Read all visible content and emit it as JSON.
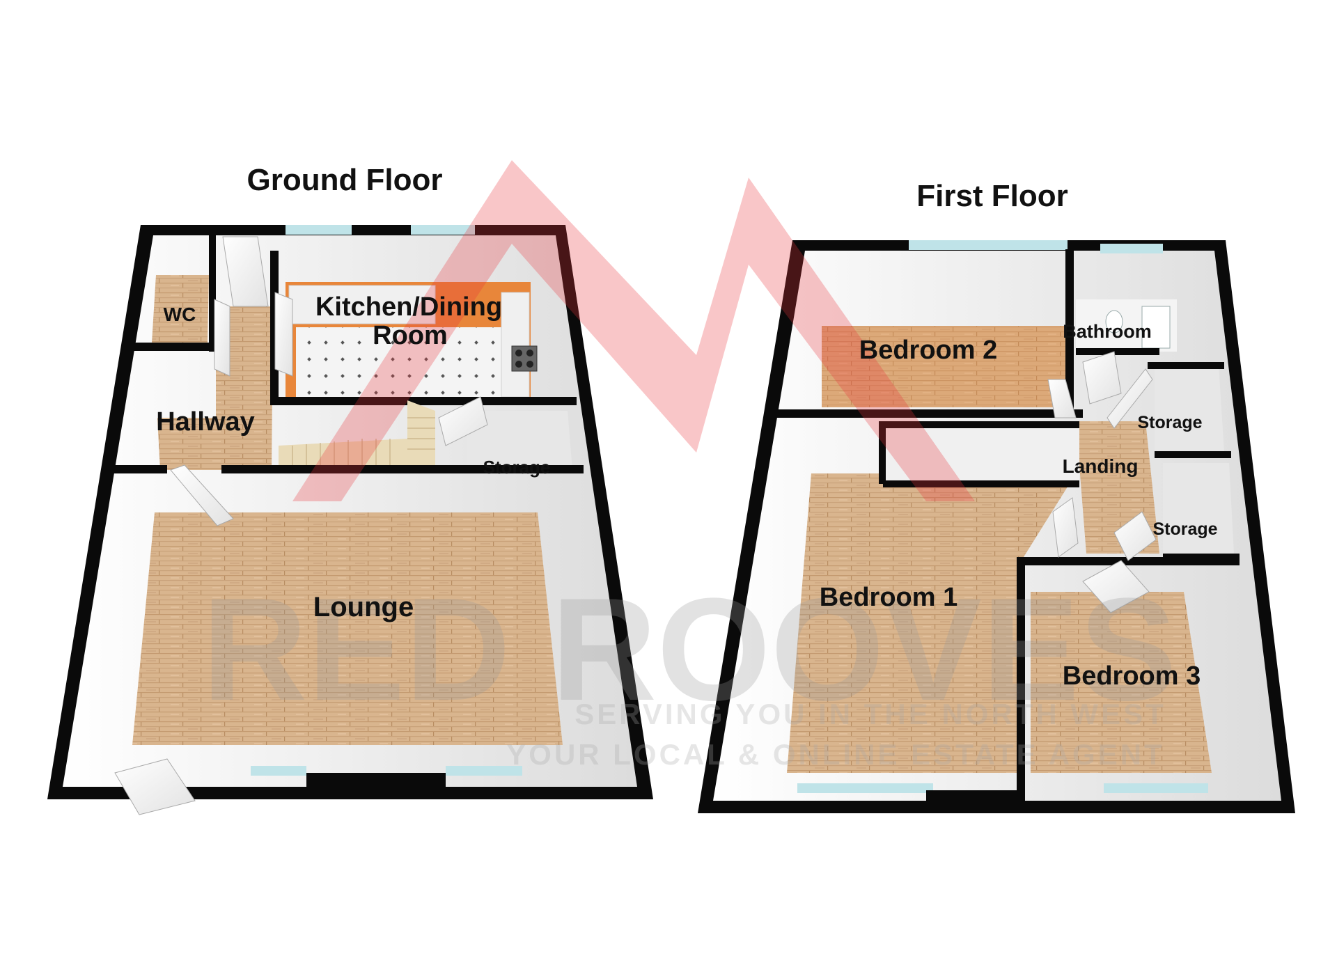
{
  "floors": [
    {
      "title": "Ground Floor",
      "rooms": [
        "WC",
        "Kitchen/Dining",
        "Room",
        "Hallway",
        "Storage",
        "Lounge"
      ]
    },
    {
      "title": "First Floor",
      "rooms": [
        "Bedroom 2",
        "Bathroom",
        "Storage",
        "Landing",
        "Storage",
        "Bedroom 1",
        "Bedroom 3"
      ]
    }
  ],
  "watermark": {
    "brand": "RED ROOVES",
    "tagline_1": "SERVING YOU IN THE NORTH WEST",
    "tagline_2": "YOUR LOCAL & ONLINE ESTATE AGENT",
    "color": "#e8313a"
  },
  "colors": {
    "wall": "#0a0a0a",
    "wood_floor": "#d9b58e",
    "tile_floor": "#f2f2f2",
    "window": "#bfe3e8",
    "orange_room": "#e8863a"
  }
}
